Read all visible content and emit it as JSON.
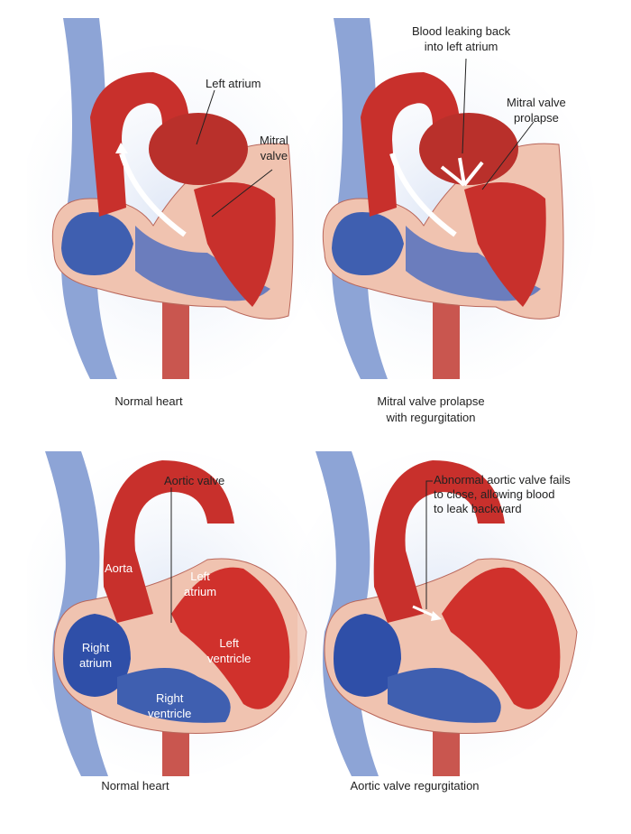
{
  "panels": [
    {
      "id": "top-left",
      "caption": [
        "Normal heart"
      ],
      "labels": {
        "left_atrium": "Left atrium",
        "mitral_valve": [
          "Mitral",
          "valve"
        ]
      }
    },
    {
      "id": "top-right",
      "caption": [
        "Mitral valve prolapse",
        "with regurgitation"
      ],
      "labels": {
        "blood_leaking": [
          "Blood leaking back",
          "into left atrium"
        ],
        "mitral_prolapse": [
          "Mitral valve",
          "prolapse"
        ]
      }
    },
    {
      "id": "bottom-left",
      "caption": [
        "Normal heart"
      ],
      "labels": {
        "aortic_valve": "Aortic valve",
        "aorta": "Aorta",
        "left_atrium": [
          "Left",
          "atrium"
        ],
        "right_atrium": [
          "Right",
          "atrium"
        ],
        "left_ventricle": [
          "Left",
          "ventricle"
        ],
        "right_ventricle": [
          "Right",
          "ventricle"
        ]
      }
    },
    {
      "id": "bottom-right",
      "caption": [
        "Aortic valve regurgitation"
      ],
      "labels": {
        "abnormal": [
          "Abnormal aortic valve fails",
          "to close, allowing blood",
          "to leak backward"
        ]
      }
    }
  ],
  "colors": {
    "oxygenated": "#c8302c",
    "deoxygenated": "#3f5fb0",
    "tissue": "#f0c3b0",
    "vessel_bg": "#c9d6ee"
  }
}
